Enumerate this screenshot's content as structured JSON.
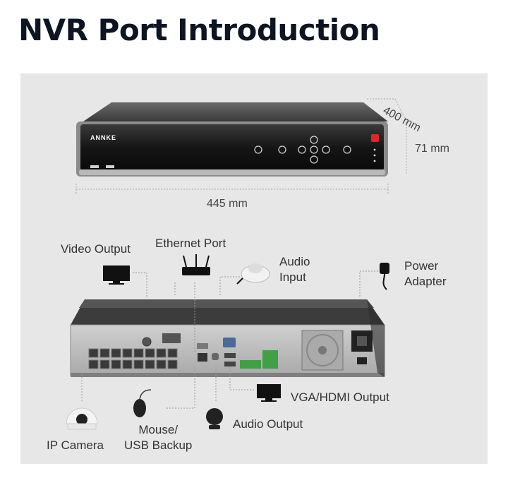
{
  "title": "NVR Port Introduction",
  "dimensions": {
    "depth": "400 mm",
    "height": "71 mm",
    "width": "445 mm"
  },
  "front_panel": {
    "brand": "ANNKE"
  },
  "labels": {
    "video_output": "Video Output",
    "ethernet_port": "Ethernet Port",
    "audio_input": "Audio\nInput",
    "power_adapter": "Power\nAdapter",
    "vga_hdmi_output": "VGA/HDMI Output",
    "audio_output": "Audio Output",
    "ip_camera": "IP Camera",
    "mouse_usb_backup": "Mouse/\nUSB Backup"
  },
  "colors": {
    "title": "#0d1422",
    "panel_bg": "#e7e7e7",
    "device_body": "#2a2a2a",
    "power_led": "#e0262b",
    "poe_green": "#3fa045"
  }
}
